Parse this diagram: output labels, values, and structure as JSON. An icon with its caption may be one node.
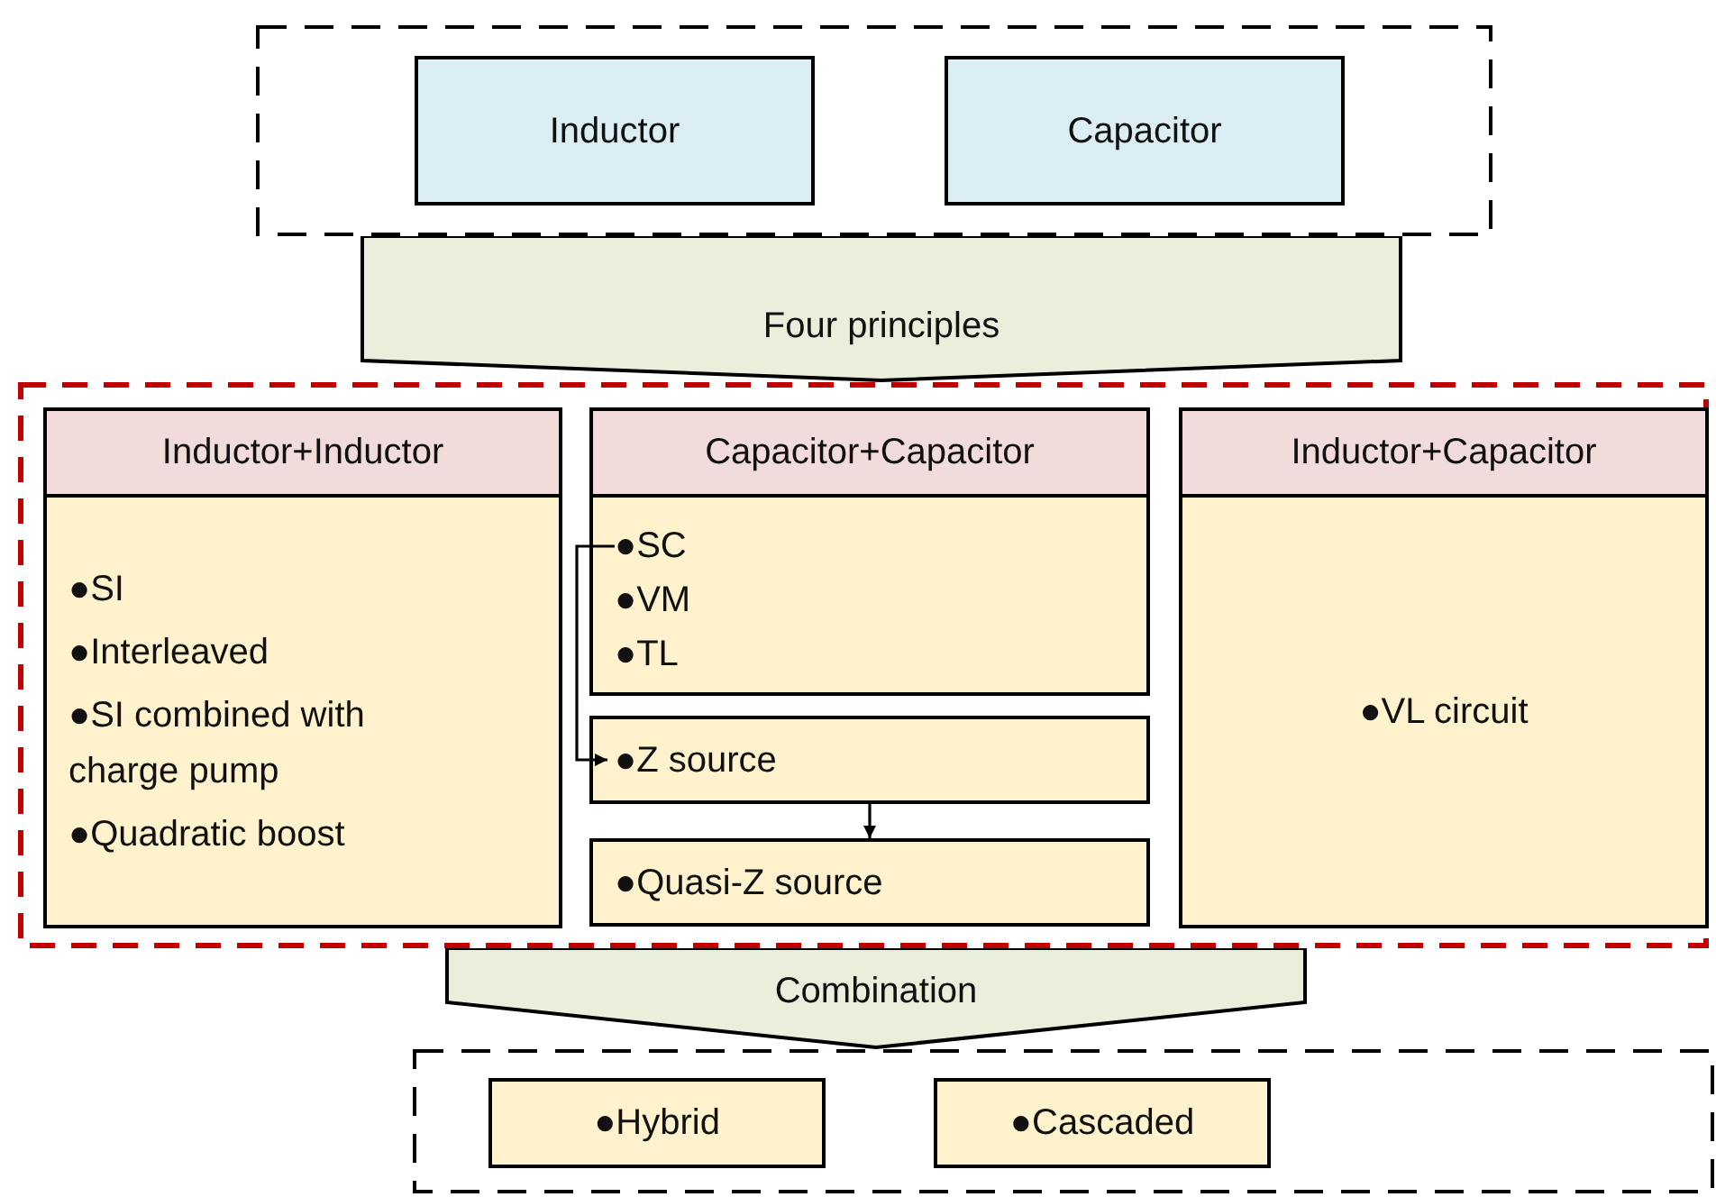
{
  "diagram": {
    "nodes": [
      {
        "text": [],
        "shape": "box"
      },
      {
        "text": [
          "Inductor"
        ],
        "in": 0
      },
      {
        "text": [
          "Capacitor"
        ],
        "in": 0
      },
      {
        "text": [
          "Four principles"
        ]
      },
      {
        "text": [],
        "shape": "box"
      },
      {
        "text": [
          "Inductor+Inductor"
        ],
        "in": 4
      },
      {
        "text": [
          "●SI",
          "●Interleaved",
          "●SI combined with charge pump",
          "●Quadratic boost"
        ],
        "in": 4
      },
      {
        "text": [
          "Capacitor+Capacitor"
        ],
        "in": 4
      },
      {
        "text": [
          "●SC",
          "●VM",
          "●TL"
        ],
        "in": 4
      },
      {
        "text": [
          "●Z source"
        ],
        "in": 4
      },
      {
        "text": [
          "●Quasi-Z source"
        ],
        "in": 4
      },
      {
        "text": [
          "Inductor+Capacitor"
        ],
        "in": 4
      },
      {
        "text": [
          "●VL circuit"
        ],
        "in": 4
      },
      {
        "text": [
          "Combination"
        ]
      },
      {
        "text": [],
        "shape": "box"
      },
      {
        "text": [
          "●Hybrid"
        ],
        "in": 14
      },
      {
        "text": [
          "●Cascaded"
        ],
        "in": 14
      }
    ],
    "edges": [
      {
        "from": 8,
        "to": 9,
        "arrow": "to"
      },
      {
        "from": 9,
        "to": 10,
        "arrow": "to"
      }
    ]
  }
}
